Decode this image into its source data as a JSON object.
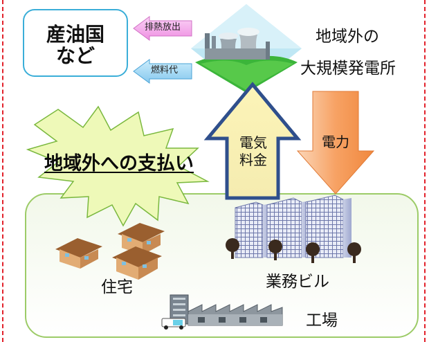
{
  "oil_country": {
    "line1": "産油国",
    "line2": "など"
  },
  "small_arrows": {
    "emission": "排熱放出",
    "fuel_cost": "燃料代"
  },
  "power_plant": {
    "line1": "地域外の",
    "line2": "大規模発電所"
  },
  "payment": {
    "label": "地域外への支払い"
  },
  "electricity_fee": {
    "line1": "電気",
    "line2": "料金"
  },
  "electric_power": {
    "label": "電力"
  },
  "buildings": {
    "housing": "住宅",
    "office": "業務ビル",
    "factory": "工場"
  },
  "colors": {
    "border": "#e2202a",
    "oil_box": "#3aaed8",
    "emission_arrow": "#f5a8ec",
    "fuel_arrow": "#a9dcf8",
    "burst": "#eef9b8",
    "up_arrow_fill": "#fbf3b0",
    "up_arrow_stroke": "#2f4f8c",
    "down_arrow": "#f7a264",
    "consumer_panel": "#9ccb67"
  }
}
